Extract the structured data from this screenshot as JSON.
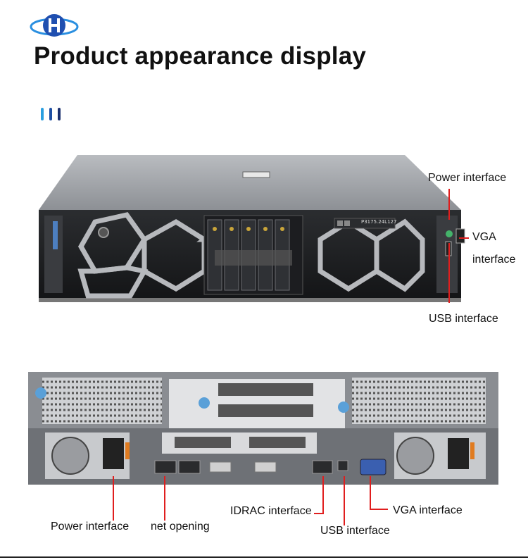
{
  "page": {
    "title": "Product appearance display",
    "accent_colors": [
      "#2a9fe0",
      "#1e4fa3",
      "#1a2f6e"
    ],
    "label_line_color": "#e01e1e"
  },
  "logo": {
    "icon": "globe-h-logo"
  },
  "front_labels": {
    "power": "Power interface",
    "vga_line1": "VGA",
    "vga_line2": "interface",
    "usb": "USB interface"
  },
  "front_bezel": {
    "tag": "P3175.24L127"
  },
  "rear_labels": {
    "power": "Power interface",
    "net": "net opening",
    "idrac": "IDRAC interface",
    "usb": "USB interface",
    "vga": "VGA interface"
  }
}
